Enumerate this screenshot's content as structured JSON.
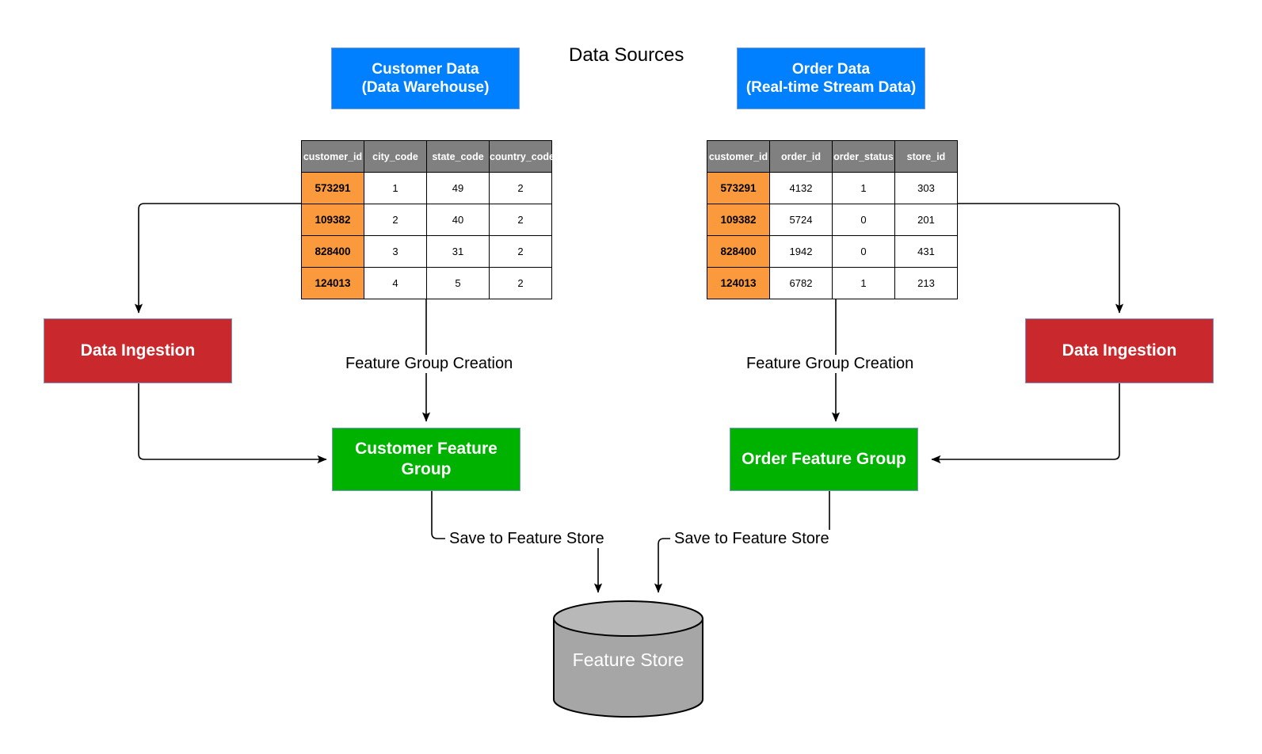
{
  "diagram": {
    "title": "Data Sources",
    "colors": {
      "source_box": "#0080ff",
      "ingestion_box": "#c9282c",
      "feature_group_box": "#00b200",
      "table_header": "#808080",
      "key_cell": "#fb9a3c",
      "feature_store": "#a6a6a6"
    },
    "sources": [
      {
        "label_line1": "Customer Data",
        "label_line2": "(Data Warehouse)"
      },
      {
        "label_line1": "Order Data",
        "label_line2": "(Real-time Stream Data)"
      }
    ],
    "tables": [
      {
        "name": "customer-table",
        "headers": [
          "customer_id",
          "city_code",
          "state_code",
          "country_code"
        ],
        "rows": [
          [
            "573291",
            "1",
            "49",
            "2"
          ],
          [
            "109382",
            "2",
            "40",
            "2"
          ],
          [
            "828400",
            "3",
            "31",
            "2"
          ],
          [
            "124013",
            "4",
            "5",
            "2"
          ]
        ]
      },
      {
        "name": "order-table",
        "headers": [
          "customer_id",
          "order_id",
          "order_status",
          "store_id"
        ],
        "rows": [
          [
            "573291",
            "4132",
            "1",
            "303"
          ],
          [
            "109382",
            "5724",
            "0",
            "201"
          ],
          [
            "828400",
            "1942",
            "0",
            "431"
          ],
          [
            "124013",
            "6782",
            "1",
            "213"
          ]
        ]
      }
    ],
    "ingestion": [
      {
        "label": "Data Ingestion"
      },
      {
        "label": "Data Ingestion"
      }
    ],
    "feature_groups": [
      {
        "label": "Customer Feature Group"
      },
      {
        "label": "Order Feature Group"
      }
    ],
    "edge_labels": {
      "feature_group_creation_left": "Feature Group Creation",
      "feature_group_creation_right": "Feature Group Creation",
      "save_left": "Save to Feature Store",
      "save_right": "Save to Feature Store"
    },
    "store": {
      "label": "Feature Store"
    }
  }
}
